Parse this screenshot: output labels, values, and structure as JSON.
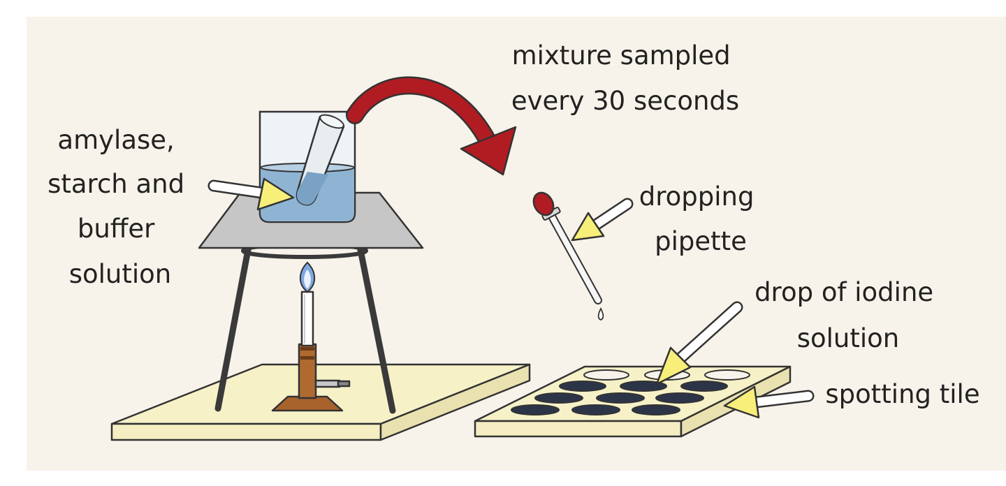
{
  "labels": {
    "amylase": [
      "amylase,",
      "starch and",
      "buffer",
      "solution"
    ],
    "mixture": [
      "mixture sampled",
      "every 30 seconds"
    ],
    "pipette": [
      "dropping",
      "pipette"
    ],
    "iodine": [
      "drop of iodine",
      "solution"
    ],
    "tile": [
      "spotting tile"
    ]
  },
  "colors": {
    "background": "#f8f3ea",
    "arrow_red": "#b01c22",
    "pointer_yellow": "#f7ef7a",
    "board": "#f7f1c8",
    "gauze": "#c6c6c6",
    "liquid": "#8fb4d3",
    "wells": "#2c3548",
    "burner": "#a8632c"
  }
}
